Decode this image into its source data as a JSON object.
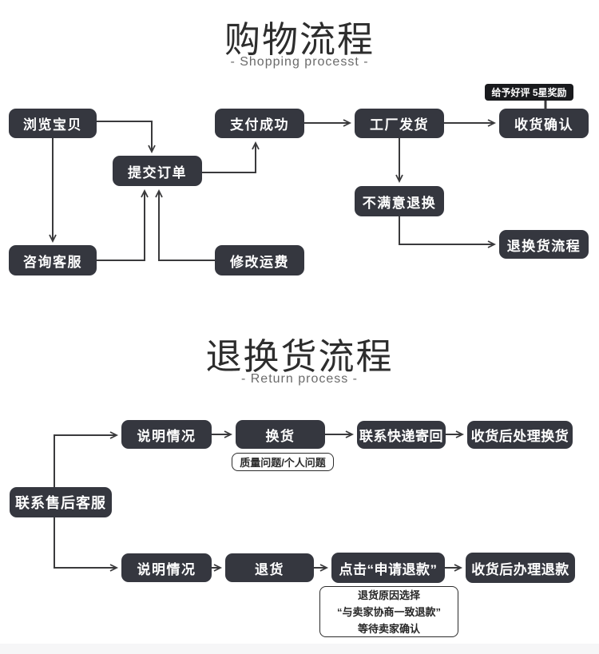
{
  "shopping": {
    "title": "购物流程",
    "subtitle": "- Shopping processt -",
    "nodes": {
      "browse": "浏览宝贝",
      "submit_order": "提交订单",
      "pay_success": "支付成功",
      "factory_ship": "工厂发货",
      "receive_confirm": "收货确认",
      "reward_label": "给予好评 5星奖励",
      "unsatisfied_return": "不满意退换",
      "return_flow": "退换货流程",
      "consult_service": "咨询客服",
      "modify_shipping": "修改运费"
    }
  },
  "returns": {
    "title": "退换货流程",
    "subtitle": "- Return process -",
    "nodes": {
      "contact_aftersale": "联系售后客服",
      "explain_top": "说明情况",
      "exchange": "换货",
      "exchange_note": "质量问题/个人问题",
      "contact_courier": "联系快递寄回",
      "handle_exchange": "收货后处理换货",
      "explain_bottom": "说明情况",
      "return_goods": "退货",
      "apply_refund": "点击“申请退款”",
      "handle_refund": "收货后办理退款",
      "refund_note_lines": {
        "0": "退货原因选择",
        "1": "“与卖家协商一致退款”",
        "2": "等待卖家确认"
      }
    }
  },
  "colors": {
    "node_background": "#35373f",
    "mini_label_background": "#191a1d",
    "node_text": "#ffffff",
    "arrow": "#3a3a3c",
    "title_text": "#2d2d2d",
    "subtitle_text": "#6b6b6b",
    "bottom_band": "#f6f6f7"
  }
}
